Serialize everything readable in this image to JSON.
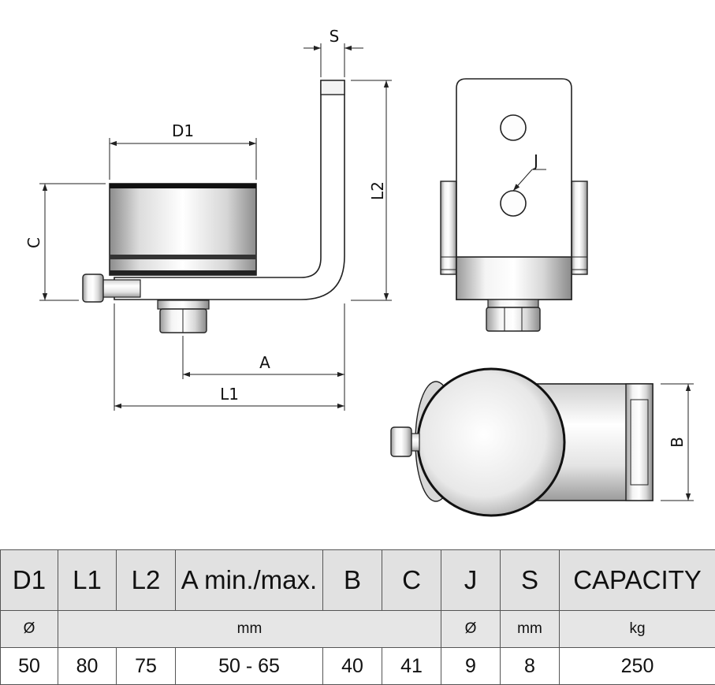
{
  "drawing": {
    "dimension_labels": {
      "s": "S",
      "d1": "D1",
      "l2": "L2",
      "c": "C",
      "a": "A",
      "l1": "L1",
      "j": "J",
      "b": "B"
    }
  },
  "table": {
    "headers": [
      "D1",
      "L1",
      "L2",
      "A min./max.",
      "B",
      "C",
      "J",
      "S",
      "CAPACITY"
    ],
    "units": {
      "d1": "Ø",
      "dims": "mm",
      "j": "Ø",
      "s": "mm",
      "capacity": "kg"
    },
    "values": [
      "50",
      "80",
      "75",
      "50 - 65",
      "40",
      "41",
      "9",
      "8",
      "250"
    ]
  }
}
